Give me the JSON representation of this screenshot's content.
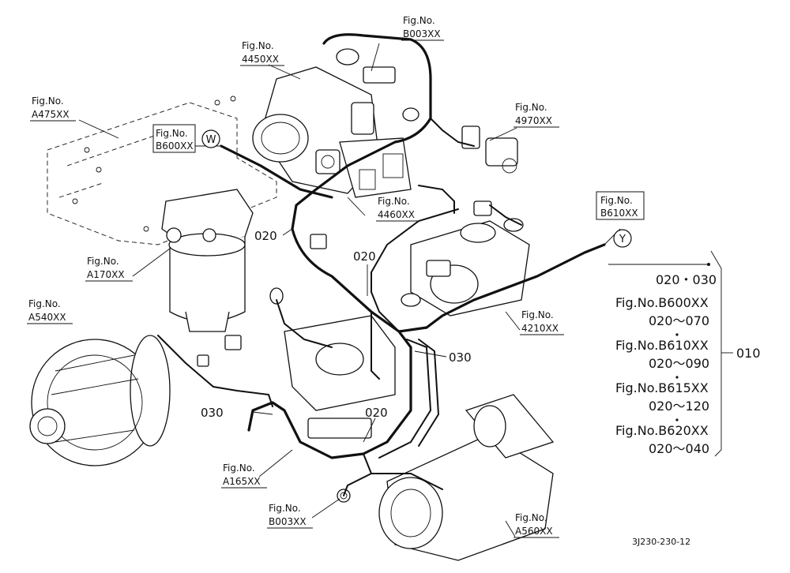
{
  "figure_refs": {
    "b003_top": {
      "label": "Fig.No.",
      "code": "B003XX"
    },
    "f4450": {
      "label": "Fig.No.",
      "code": "4450XX"
    },
    "a475": {
      "label": "Fig.No.",
      "code": "A475XX"
    },
    "b600": {
      "label": "Fig.No.",
      "code": "B600XX"
    },
    "f4970": {
      "label": "Fig.No.",
      "code": "4970XX"
    },
    "f4460": {
      "label": "Fig.No.",
      "code": "4460XX"
    },
    "b610": {
      "label": "Fig.No.",
      "code": "B610XX"
    },
    "a170": {
      "label": "Fig.No.",
      "code": "A170XX"
    },
    "a540": {
      "label": "Fig.No.",
      "code": "A540XX"
    },
    "f4210": {
      "label": "Fig.No.",
      "code": "4210XX"
    },
    "a165": {
      "label": "Fig.No.",
      "code": "A165XX"
    },
    "b003_bottom": {
      "label": "Fig.No.",
      "code": "B003XX"
    },
    "a560": {
      "label": "Fig.No.",
      "code": "A560XX"
    }
  },
  "connectors": {
    "w": "W",
    "y": "Y"
  },
  "callouts": {
    "c020_left": "020",
    "c020_mid": "020",
    "c030_right": "030",
    "c030_left": "030",
    "c020_bottom": "020"
  },
  "legend": {
    "title": "020・030",
    "groups": [
      {
        "fig": "Fig.No.B600XX",
        "range": "020～070"
      },
      {
        "fig": "Fig.No.B610XX",
        "range": "020～090"
      },
      {
        "fig": "Fig.No.B615XX",
        "range": "020～120"
      },
      {
        "fig": "Fig.No.B620XX",
        "range": "020～040"
      }
    ],
    "assembly": "010"
  },
  "drawing_code": "3J230-230-12"
}
